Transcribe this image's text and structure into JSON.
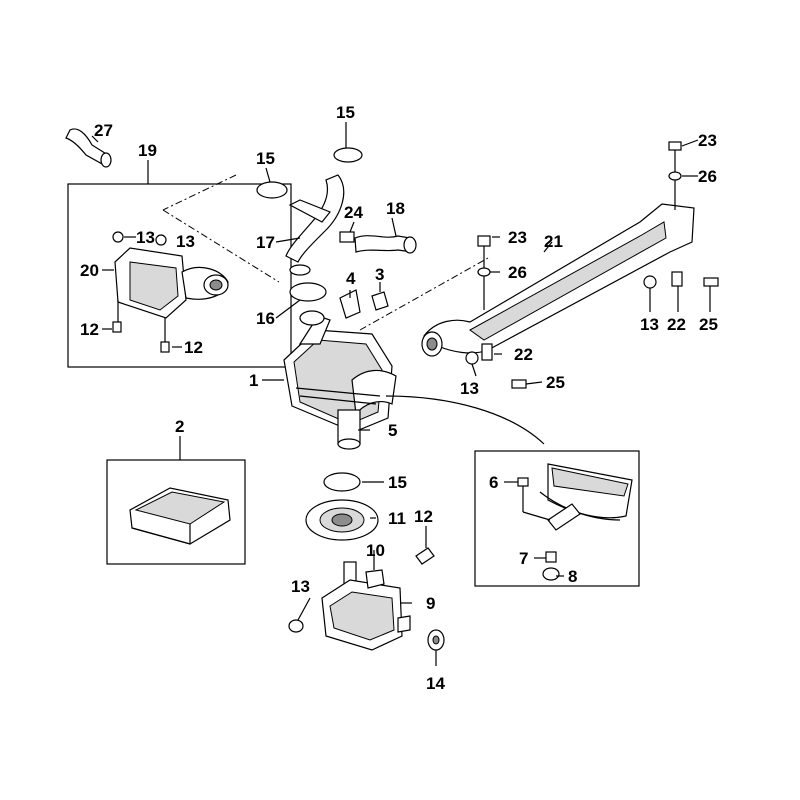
{
  "diagram": {
    "callouts": {
      "c27": "27",
      "c19": "19",
      "c15a": "15",
      "c15b": "15",
      "c15c": "15",
      "c13a": "13",
      "c13b": "13",
      "c13c": "13",
      "c13d": "13",
      "c13e": "13",
      "c20": "20",
      "c12a": "12",
      "c12b": "12",
      "c12c": "12",
      "c24": "24",
      "c18": "18",
      "c17": "17",
      "c16": "16",
      "c4": "4",
      "c3": "3",
      "c1": "1",
      "c5": "5",
      "c2": "2",
      "c11": "11",
      "c10": "10",
      "c9": "9",
      "c14": "14",
      "c6": "6",
      "c7": "7",
      "c8": "8",
      "c23a": "23",
      "c23b": "23",
      "c26a": "26",
      "c26b": "26",
      "c21": "21",
      "c22a": "22",
      "c22b": "22",
      "c25a": "25",
      "c25b": "25"
    }
  }
}
